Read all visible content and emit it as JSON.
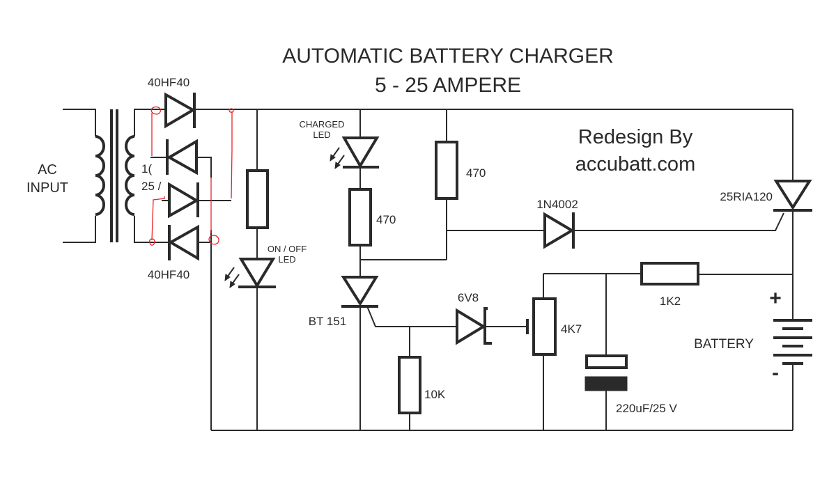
{
  "diagram": {
    "title_line1": "AUTOMATIC BATTERY CHARGER",
    "title_line2": "5 - 25 AMPERE",
    "credit_line1": "Redesign By",
    "credit_line2": "accubatt.com",
    "colors": {
      "ink": "#2a2a2a",
      "annotation": "#e8232a",
      "background": "#ffffff"
    },
    "labels": {
      "ac_input_line1": "AC",
      "ac_input_line2": "INPUT",
      "transformer_partial_1": "1(",
      "transformer_partial_2": "25 /",
      "diode_top": "40HF40",
      "diode_bottom": "40HF40",
      "charged_led_line1": "CHARGED",
      "charged_led_line2": "LED",
      "on_off_led_line1": "ON / OFF",
      "on_off_led_line2": "LED",
      "r_charged_led": "470",
      "r_gate_pullup": "470",
      "diode_1n4002": "1N4002",
      "scr_main": "25RIA120",
      "scr_control": "BT 151",
      "zener": "6V8",
      "r_gate_pulldown": "10K",
      "pot": "4K7",
      "r_sense": "1K2",
      "capacitor": "220uF/25 V",
      "battery": "BATTERY",
      "battery_plus": "+",
      "battery_minus": "-"
    },
    "components": [
      {
        "ref": "T1",
        "type": "transformer",
        "label": ""
      },
      {
        "ref": "D1",
        "type": "diode",
        "label": "40HF40"
      },
      {
        "ref": "D2",
        "type": "diode",
        "label": ""
      },
      {
        "ref": "D3",
        "type": "diode",
        "label": ""
      },
      {
        "ref": "D4",
        "type": "diode",
        "label": "40HF40"
      },
      {
        "ref": "R1",
        "type": "resistor",
        "label": ""
      },
      {
        "ref": "LED1",
        "type": "led",
        "label": "ON / OFF LED"
      },
      {
        "ref": "LED2",
        "type": "led",
        "label": "CHARGED LED"
      },
      {
        "ref": "R2",
        "type": "resistor",
        "label": "470"
      },
      {
        "ref": "R3",
        "type": "resistor",
        "label": "470"
      },
      {
        "ref": "D5",
        "type": "diode",
        "label": "1N4002"
      },
      {
        "ref": "SCR1",
        "type": "thyristor",
        "label": "25RIA120"
      },
      {
        "ref": "SCR2",
        "type": "thyristor",
        "label": "BT 151"
      },
      {
        "ref": "ZD1",
        "type": "zener",
        "label": "6V8"
      },
      {
        "ref": "R4",
        "type": "resistor",
        "label": "10K"
      },
      {
        "ref": "VR1",
        "type": "potentiometer",
        "label": "4K7"
      },
      {
        "ref": "R5",
        "type": "resistor",
        "label": "1K2"
      },
      {
        "ref": "C1",
        "type": "electrolytic-capacitor",
        "label": "220uF/25 V"
      },
      {
        "ref": "BAT",
        "type": "battery",
        "label": "BATTERY"
      }
    ]
  }
}
